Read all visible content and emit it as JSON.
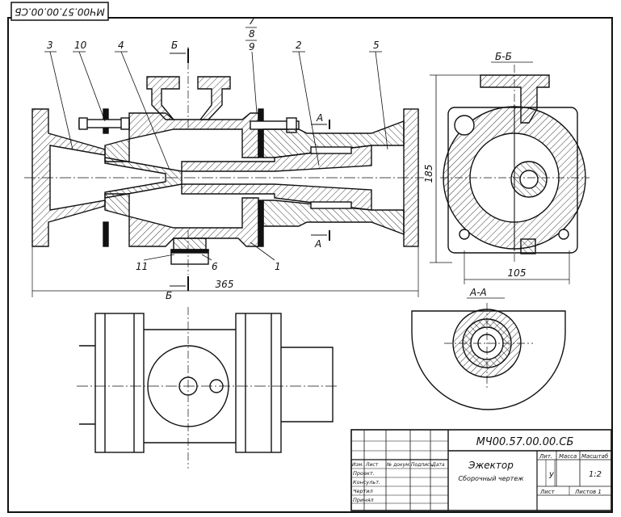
{
  "corner_stamp": "МЧ00.57.00.00.СБ",
  "callouts": {
    "p3": "3",
    "p10": "10",
    "p4": "4",
    "p7": "7",
    "p8": "8",
    "p9": "9",
    "p2": "2",
    "p5": "5",
    "p11": "11",
    "p6": "6",
    "p1": "1"
  },
  "section_marks": {
    "b_top": "Б",
    "b_bottom": "Б",
    "a_top": "А",
    "a_bottom": "А"
  },
  "view_labels": {
    "bb": "Б-Б",
    "aa": "А-А"
  },
  "dimensions": {
    "length": "365",
    "height": "185",
    "width": "105"
  },
  "title_block": {
    "designation": "МЧ00.57.00.00.СБ",
    "name": "Эжектор",
    "subtitle": "Сборочный чертеж",
    "col_lit": "Лит.",
    "col_mass": "Масса",
    "col_scale": "Масштаб",
    "lit_value": "у",
    "scale_value": "1:2",
    "sheet_label": "Лист",
    "sheets_label": "Листов 1",
    "header_cols": [
      "Изм.",
      "Лист",
      "№ докум.",
      "Подпись",
      "Дата"
    ],
    "roles": [
      "Проект.",
      "Консульт.",
      "Чертил",
      "Принял"
    ]
  }
}
